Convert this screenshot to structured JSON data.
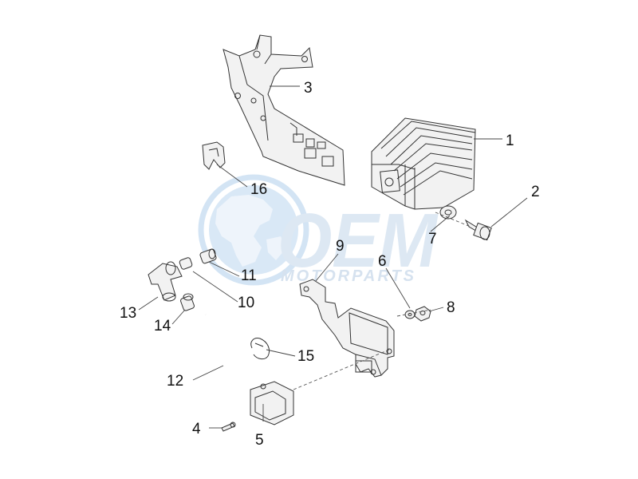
{
  "watermark": {
    "logo_text": "OEM",
    "sub_text": "MOTORPARTS",
    "color": "#dbe7f4",
    "globe_color": "#d6e6f5"
  },
  "callouts": [
    {
      "id": "1",
      "label": "1"
    },
    {
      "id": "2",
      "label": "2"
    },
    {
      "id": "3",
      "label": "3"
    },
    {
      "id": "4",
      "label": "4"
    },
    {
      "id": "5",
      "label": "5"
    },
    {
      "id": "6",
      "label": "6"
    },
    {
      "id": "7",
      "label": "7"
    },
    {
      "id": "8",
      "label": "8"
    },
    {
      "id": "9",
      "label": "9"
    },
    {
      "id": "10",
      "label": "10"
    },
    {
      "id": "11",
      "label": "11"
    },
    {
      "id": "12",
      "label": "12"
    },
    {
      "id": "13",
      "label": "13"
    },
    {
      "id": "14",
      "label": "14"
    },
    {
      "id": "15",
      "label": "15"
    },
    {
      "id": "16",
      "label": "16"
    }
  ]
}
